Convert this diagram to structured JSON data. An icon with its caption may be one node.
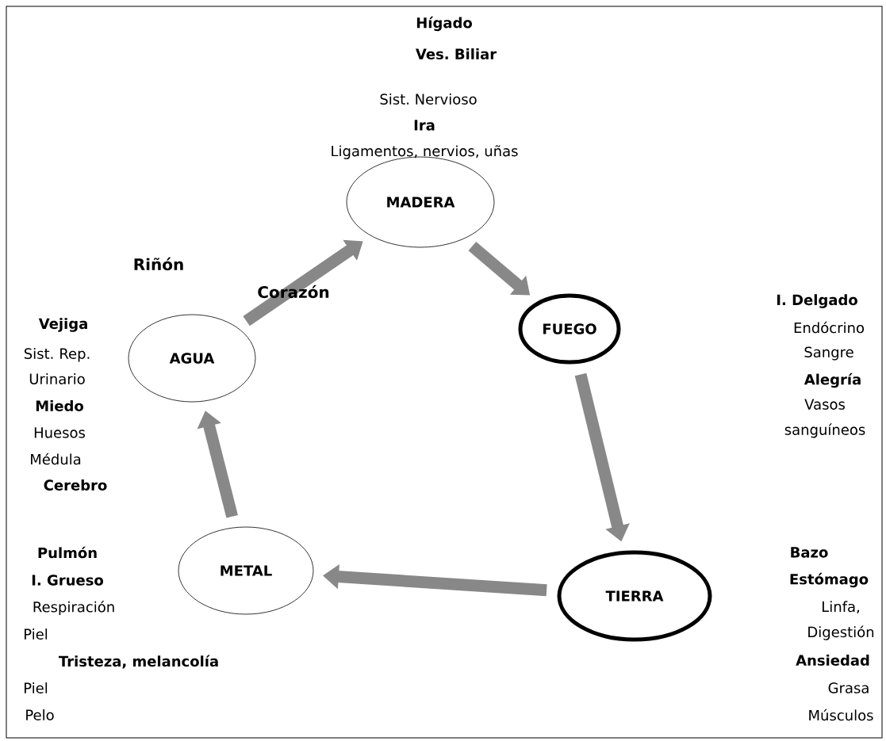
{
  "diagram": {
    "nodes": [
      {
        "text": [
          "MADERA"
        ],
        "beside": [
          "Hígado",
          "Ves. Biliar",
          "Sist. Nervioso",
          "Ira",
          "Ligamentos, nervios, uñas"
        ]
      },
      {
        "text": [
          "FUEGO"
        ],
        "beside": [
          "I. Delgado",
          "Endócrino",
          "Sangre",
          "Alegría",
          "Vasos sanguíneos"
        ]
      },
      {
        "text": [
          "TIERRA"
        ],
        "beside": [
          "Bazo",
          "Estómago",
          "Linfa, Digestión",
          "Ansiedad",
          "Grasa",
          "Músculos"
        ]
      },
      {
        "text": [
          "METAL"
        ],
        "beside": [
          "Pulmón",
          "I. Grueso",
          "Respiración",
          "Piel",
          "Tristeza, melancolía",
          "Piel",
          "Pelo"
        ]
      },
      {
        "text": [
          "AGUA"
        ],
        "beside": [
          "Vejiga",
          "Sist. Rep. Urinario",
          "Miedo",
          "Huesos",
          "Médula",
          "Cerebro"
        ]
      }
    ],
    "edges": [
      {
        "from": 4,
        "to": 0,
        "arrow": "to"
      },
      {
        "from": 0,
        "to": 1,
        "arrow": "to"
      },
      {
        "from": 1,
        "to": 2,
        "arrow": "to"
      },
      {
        "from": 2,
        "to": 3,
        "arrow": "to"
      },
      {
        "from": 3,
        "to": 4,
        "arrow": "to"
      }
    ],
    "labels": [
      "Riñón",
      "Corazón"
    ]
  }
}
